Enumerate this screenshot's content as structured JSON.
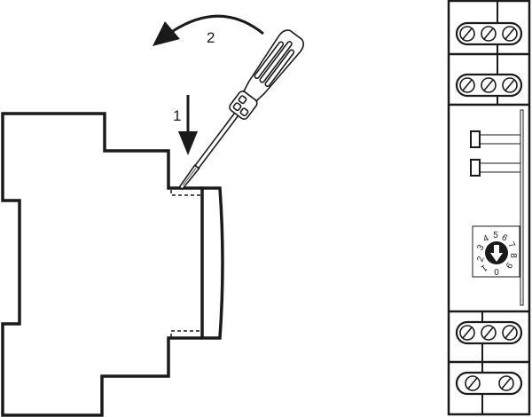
{
  "steps": {
    "step1": "1",
    "step2": "2"
  },
  "dial": {
    "digits": [
      "0",
      "1",
      "2",
      "3",
      "4",
      "5",
      "6",
      "7",
      "8",
      "9"
    ]
  },
  "colors": {
    "stroke": "#1a1a1a",
    "background": "#ffffff"
  }
}
